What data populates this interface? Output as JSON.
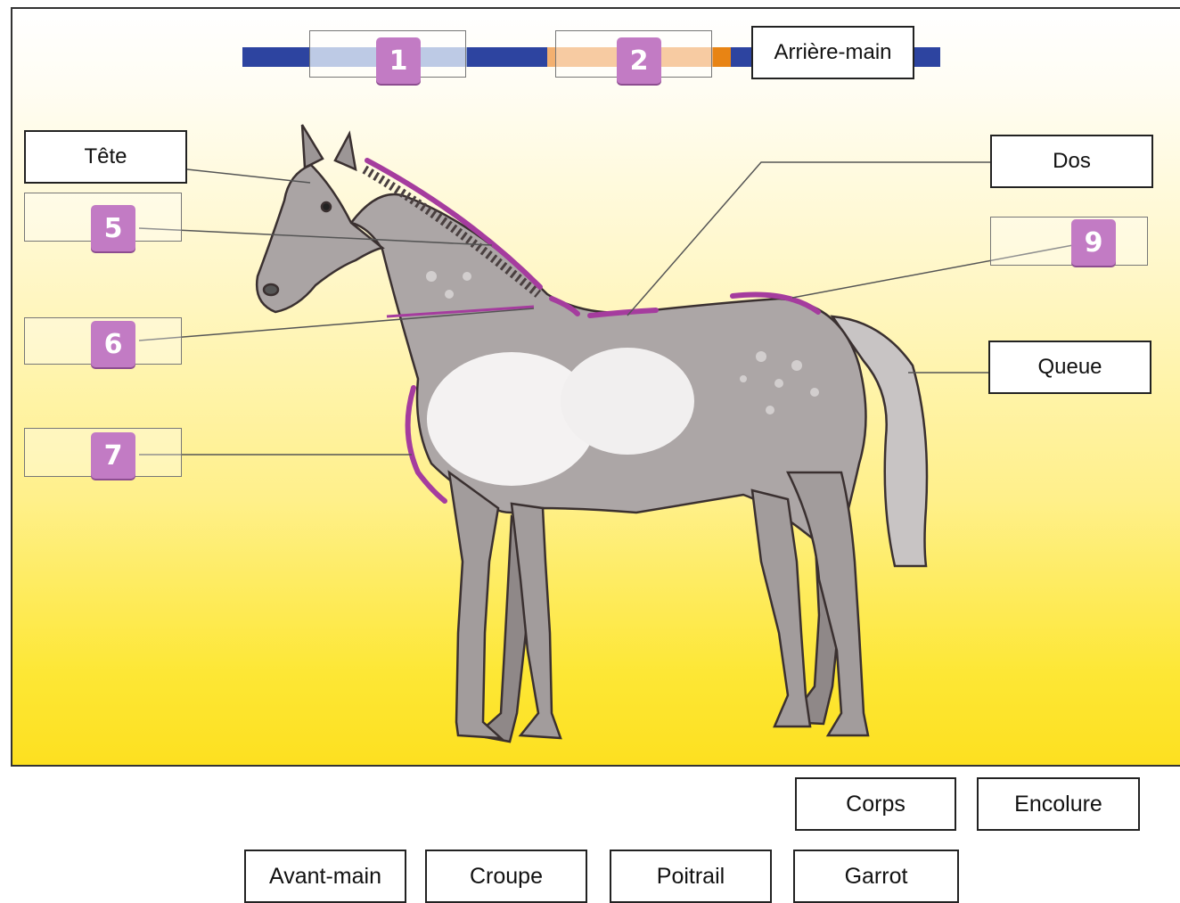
{
  "diagram": {
    "placed_labels": {
      "arriere_main": "Arrière-main",
      "tete": "Tête",
      "dos": "Dos",
      "queue": "Queue"
    },
    "badges": {
      "b1": "1",
      "b2": "2",
      "b5": "5",
      "b6": "6",
      "b7": "7",
      "b9": "9"
    },
    "colors": {
      "bar_blue": "#2d44a0",
      "bar_orange": "#f0a050",
      "highlight_purple": "#a53c9e",
      "badge_purple": "#c27bc4"
    }
  },
  "answer_bank": {
    "row1": [
      "Corps",
      "Encolure"
    ],
    "row2": [
      "Avant-main",
      "Croupe",
      "Poitrail",
      "Garrot"
    ]
  }
}
